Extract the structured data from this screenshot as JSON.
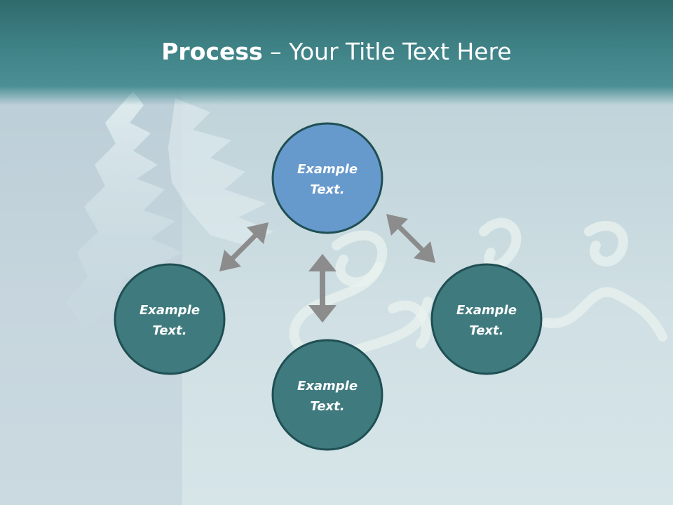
{
  "title": {
    "bold": "Process",
    "dash": " – ",
    "rest": "Your Title Text Here"
  },
  "colors": {
    "band": "#3f8286",
    "node_top": "#6699cc",
    "node": "#3f7a7e",
    "node_border": "#1f4f53",
    "arrow": "#8c8c8c"
  },
  "nodes": [
    {
      "id": "top",
      "line1": "Example",
      "line2": "Text."
    },
    {
      "id": "left",
      "line1": "Example",
      "line2": "Text."
    },
    {
      "id": "right",
      "line1": "Example",
      "line2": "Text."
    },
    {
      "id": "bottom",
      "line1": "Example",
      "line2": "Text."
    }
  ],
  "connectors": [
    {
      "id": "top-left",
      "icon": "double-arrow-icon"
    },
    {
      "id": "top-right",
      "icon": "double-arrow-icon"
    },
    {
      "id": "top-bottom",
      "icon": "double-arrow-icon"
    }
  ]
}
